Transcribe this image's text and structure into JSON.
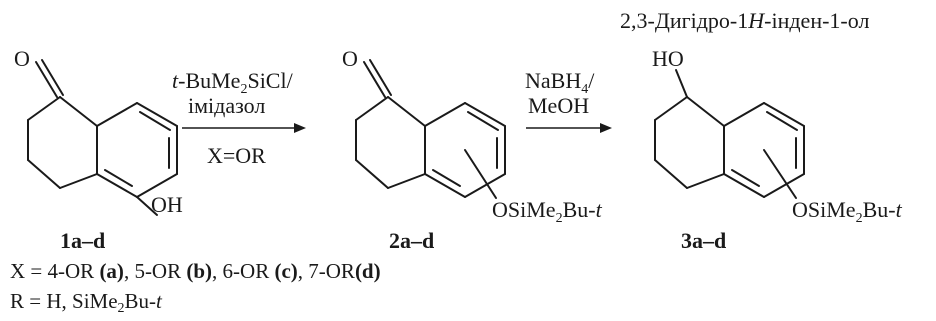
{
  "title_3": "2,3-Дигідро-1",
  "title_3_italic": "H",
  "title_3_tail": "-інден-1-ол",
  "compound_1": {
    "carbonyl_o": "O",
    "substituent": "OH",
    "label": "1a–d"
  },
  "compound_2": {
    "carbonyl_o": "O",
    "substituent_main": "OSiMe",
    "substituent_sub": "2",
    "substituent_tail": "Bu-",
    "substituent_italic": "t",
    "label": "2a–d"
  },
  "compound_3": {
    "hydroxyl": "HO",
    "substituent_main": "OSiMe",
    "substituent_sub": "2",
    "substituent_tail": "Bu-",
    "substituent_italic": "t",
    "label": "3a–d"
  },
  "step_1": {
    "reagent_italic": "t",
    "reagent_main": "-BuMe",
    "reagent_sub": "2",
    "reagent_tail": "SiCl/",
    "solvent": "імідазол",
    "condition": "X=OR"
  },
  "step_2": {
    "reagent_main": "NaBH",
    "reagent_sub": "4",
    "reagent_tail": "/",
    "solvent": "MeOH"
  },
  "notes": {
    "x_prefix": "X = ",
    "x_items": [
      {
        "pos": "4-OR ",
        "code": "(a)",
        "sep": ", "
      },
      {
        "pos": "5-OR ",
        "code": "(b)",
        "sep": ", "
      },
      {
        "pos": "6-OR ",
        "code": "(c)",
        "sep": ", "
      },
      {
        "pos": "7-OR",
        "code": "(d)",
        "sep": ""
      }
    ],
    "r_prefix": "R = H, SiMe",
    "r_sub": "2",
    "r_tail": "Bu-",
    "r_italic": "t"
  }
}
